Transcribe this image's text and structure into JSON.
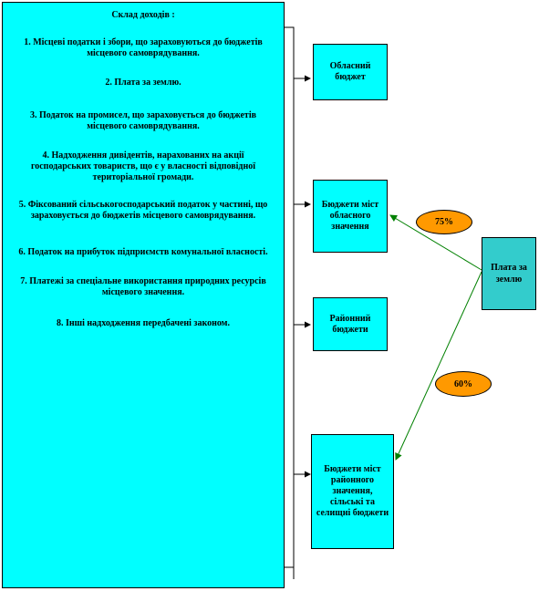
{
  "sources": {
    "title": "Склад доходів :",
    "items": [
      "1. Місцеві податки і збори, що зараховуються до бюджетів місцевого самоврядування.",
      "2. Плата за землю.",
      "3. Податок на промисел, що зараховується до бюджетів місцевого самоврядування.",
      "4. Надходження дивідентів, нарахованих на акції господарських товариств, що є у власності відповідної територіальної громади.",
      "5. Фіксований сільськогосподарський податок у частині, що зараховується до бюджетів місцевого самоврядування.",
      "6. Податок на прибуток підприємств комунальної власності.",
      "7. Платежі за спеціальне використання природних ресурсів місцевого значення.",
      "8. Інші надходження передбачені законом."
    ]
  },
  "targets": [
    "Обласний бюджет",
    "Бюджети міст обласного значення",
    "Районний бюджети",
    "Бюджети міст районного значення, сільські та селищні бюджети"
  ],
  "land_box": "Плата за землю",
  "percentages": {
    "top": "75%",
    "bottom": "60%"
  },
  "colors": {
    "box_fill": "#00ffff",
    "land_fill": "#33cccc",
    "pct_fill": "#ff9900",
    "green_line": "#008000"
  }
}
